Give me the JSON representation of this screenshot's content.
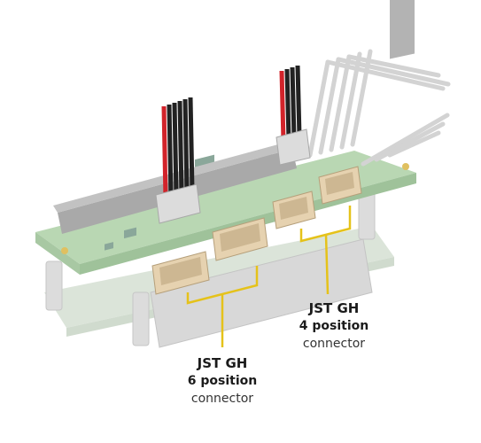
{
  "callouts": {
    "six": {
      "line1": "JST GH",
      "line2": "6 position",
      "line3": "connector"
    },
    "four": {
      "line1": "JST GH",
      "line2": "4 position",
      "line3": "connector"
    }
  },
  "colors": {
    "pcb": "#b9d7b3",
    "pcb_edge": "#9fc29a",
    "header": "#a9a9a9",
    "pins": "#d9d9d9",
    "connector": "#e6d2b0",
    "wire_red": "#d2232a",
    "wire_black": "#222222",
    "leader": "#e5c21a"
  }
}
